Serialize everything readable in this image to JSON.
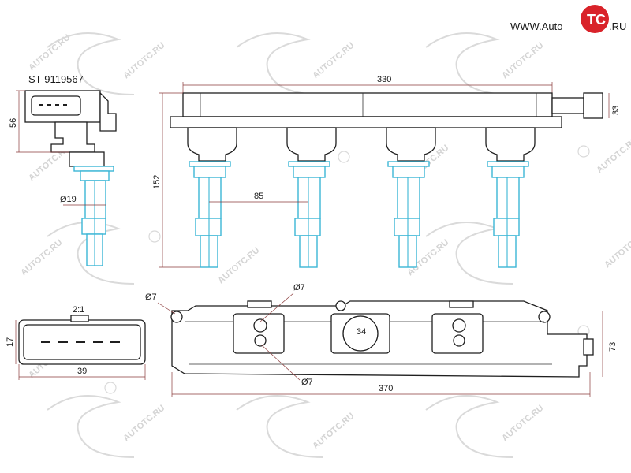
{
  "part_number": "ST-9119567",
  "brand": {
    "prefix": "WWW.Auto",
    "logo_letters": "TC",
    "suffix": ".RU",
    "accent_color": "#d9232a"
  },
  "watermark": {
    "text": "AUTOTC.RU",
    "color": "#d4d4d4"
  },
  "dimensions": {
    "total_length": "330",
    "height_left": "56",
    "height_right": "33",
    "height_total": "152",
    "boot_diameter": "Ø19",
    "pitch": "85",
    "hole_top": "Ø7",
    "hole_left": "Ø7",
    "hole_bottom": "Ø7",
    "center_bore": "34",
    "base_length": "370",
    "base_height": "73",
    "connector_height": "17",
    "connector_width": "39",
    "scale": "2:1"
  },
  "colors": {
    "line": "#1f1f1f",
    "spark_boot": "#3bb6d6",
    "dimension": "#8a3a3a"
  }
}
